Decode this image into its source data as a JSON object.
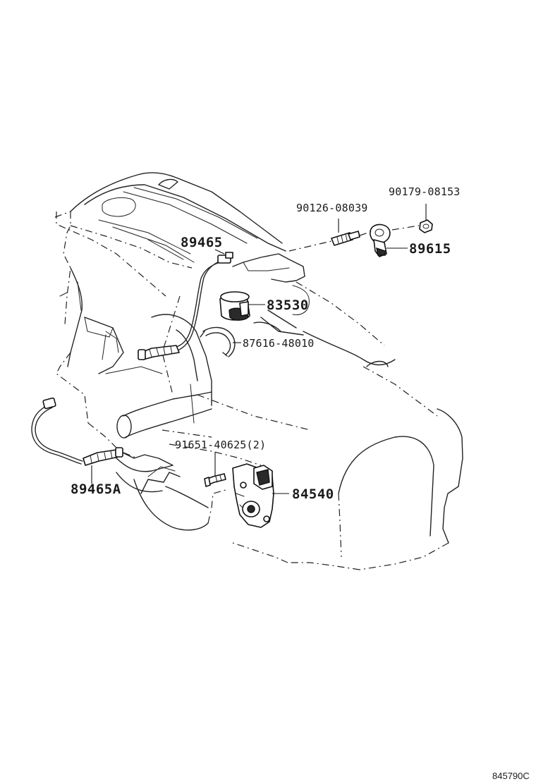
{
  "diagram": {
    "part_labels": {
      "bolt_90179": "90179-08153",
      "bolt_90126": "90126-08039",
      "sensor_89465": "89465",
      "sensor_89615": "89615",
      "switch_83530": "83530",
      "clamp_87616": "87616-48010",
      "bolt_91651": "91651-40625(2)",
      "switch_84540": "84540",
      "sensor_89465A": "89465A"
    },
    "diagram_code": "845790C"
  }
}
